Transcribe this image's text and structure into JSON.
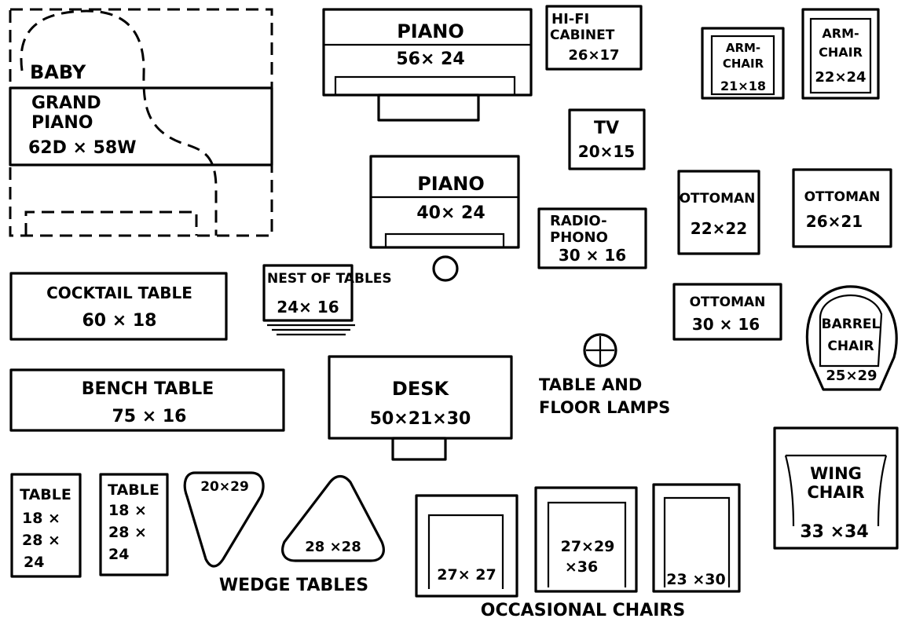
{
  "baby_grand": {
    "name_1": "BABY",
    "name_2": "GRAND",
    "name_3": "PIANO",
    "size": "62D × 58W"
  },
  "piano_large": {
    "name": "PIANO",
    "size": "56× 24"
  },
  "piano_small": {
    "name": "PIANO",
    "size": "40× 24"
  },
  "hifi_cabinet": {
    "name_1": "HI-FI",
    "name_2": "CABINET",
    "size": "26×17"
  },
  "armchair_1": {
    "name_1": "ARM-",
    "name_2": "CHAIR",
    "size": "21×18"
  },
  "armchair_2": {
    "name_1": "ARM-",
    "name_2": "CHAIR",
    "size": "22×24"
  },
  "tv": {
    "name": "TV",
    "size": "20×15"
  },
  "radio_phono": {
    "name_1": "RADIO-",
    "name_2": "PHONO",
    "size": "30 × 16"
  },
  "ottoman_1": {
    "name": "OTTOMAN",
    "size": "22×22"
  },
  "ottoman_2": {
    "name": "OTTOMAN",
    "size": "26×21"
  },
  "ottoman_3": {
    "name": "OTTOMAN",
    "size": "30 × 16"
  },
  "cocktail_table": {
    "name": "COCKTAIL TABLE",
    "size": "60 × 18"
  },
  "nest_of_tables": {
    "name": "NEST OF TABLES",
    "size": "24× 16"
  },
  "barrel_chair": {
    "name_1": "BARREL",
    "name_2": "CHAIR",
    "size": "25×29"
  },
  "bench_table": {
    "name": "BENCH TABLE",
    "size": "75 × 16"
  },
  "desk": {
    "name": "DESK",
    "size": "50×21×30"
  },
  "lamps": {
    "label_1": "TABLE AND",
    "label_2": "FLOOR LAMPS"
  },
  "wing_chair": {
    "name_1": "WING",
    "name_2": "CHAIR",
    "size": "33 ×34"
  },
  "table_1": {
    "name": "TABLE",
    "line_1": "18 ×",
    "line_2": "28 ×",
    "line_3": "24"
  },
  "table_2": {
    "name": "TABLE",
    "line_1": "18 ×",
    "line_2": "28 ×",
    "line_3": "24"
  },
  "wedge_tables": {
    "label": "WEDGE TABLES",
    "size_1": "20×29",
    "size_2": "28 ×28"
  },
  "occasional_chairs": {
    "label": "OCCASIONAL CHAIRS",
    "size_1": "27× 27",
    "size_2a": "27×29",
    "size_2b": "×36",
    "size_3": "23 ×30"
  }
}
